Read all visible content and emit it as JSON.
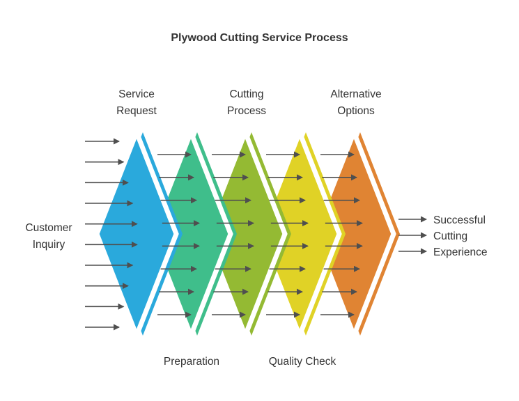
{
  "title": "Plywood Cutting Service Process",
  "diagram": {
    "input_label": "Customer Inquiry",
    "output_label": "Successful Cutting Experience",
    "stages": [
      {
        "label": "Service Request",
        "color": "#2aa9dc",
        "label_position": "top"
      },
      {
        "label": "Preparation",
        "color": "#3fbe8b",
        "label_position": "bottom"
      },
      {
        "label": "Cutting Process",
        "color": "#94ba33",
        "label_position": "top"
      },
      {
        "label": "Quality Check",
        "color": "#e0d226",
        "label_position": "bottom"
      },
      {
        "label": "Alternative Options",
        "color": "#e08433",
        "label_position": "top"
      }
    ],
    "arrows": {
      "color": "#4f4f4f",
      "input_count": 10,
      "between_count": 8,
      "output_count": 3
    }
  }
}
